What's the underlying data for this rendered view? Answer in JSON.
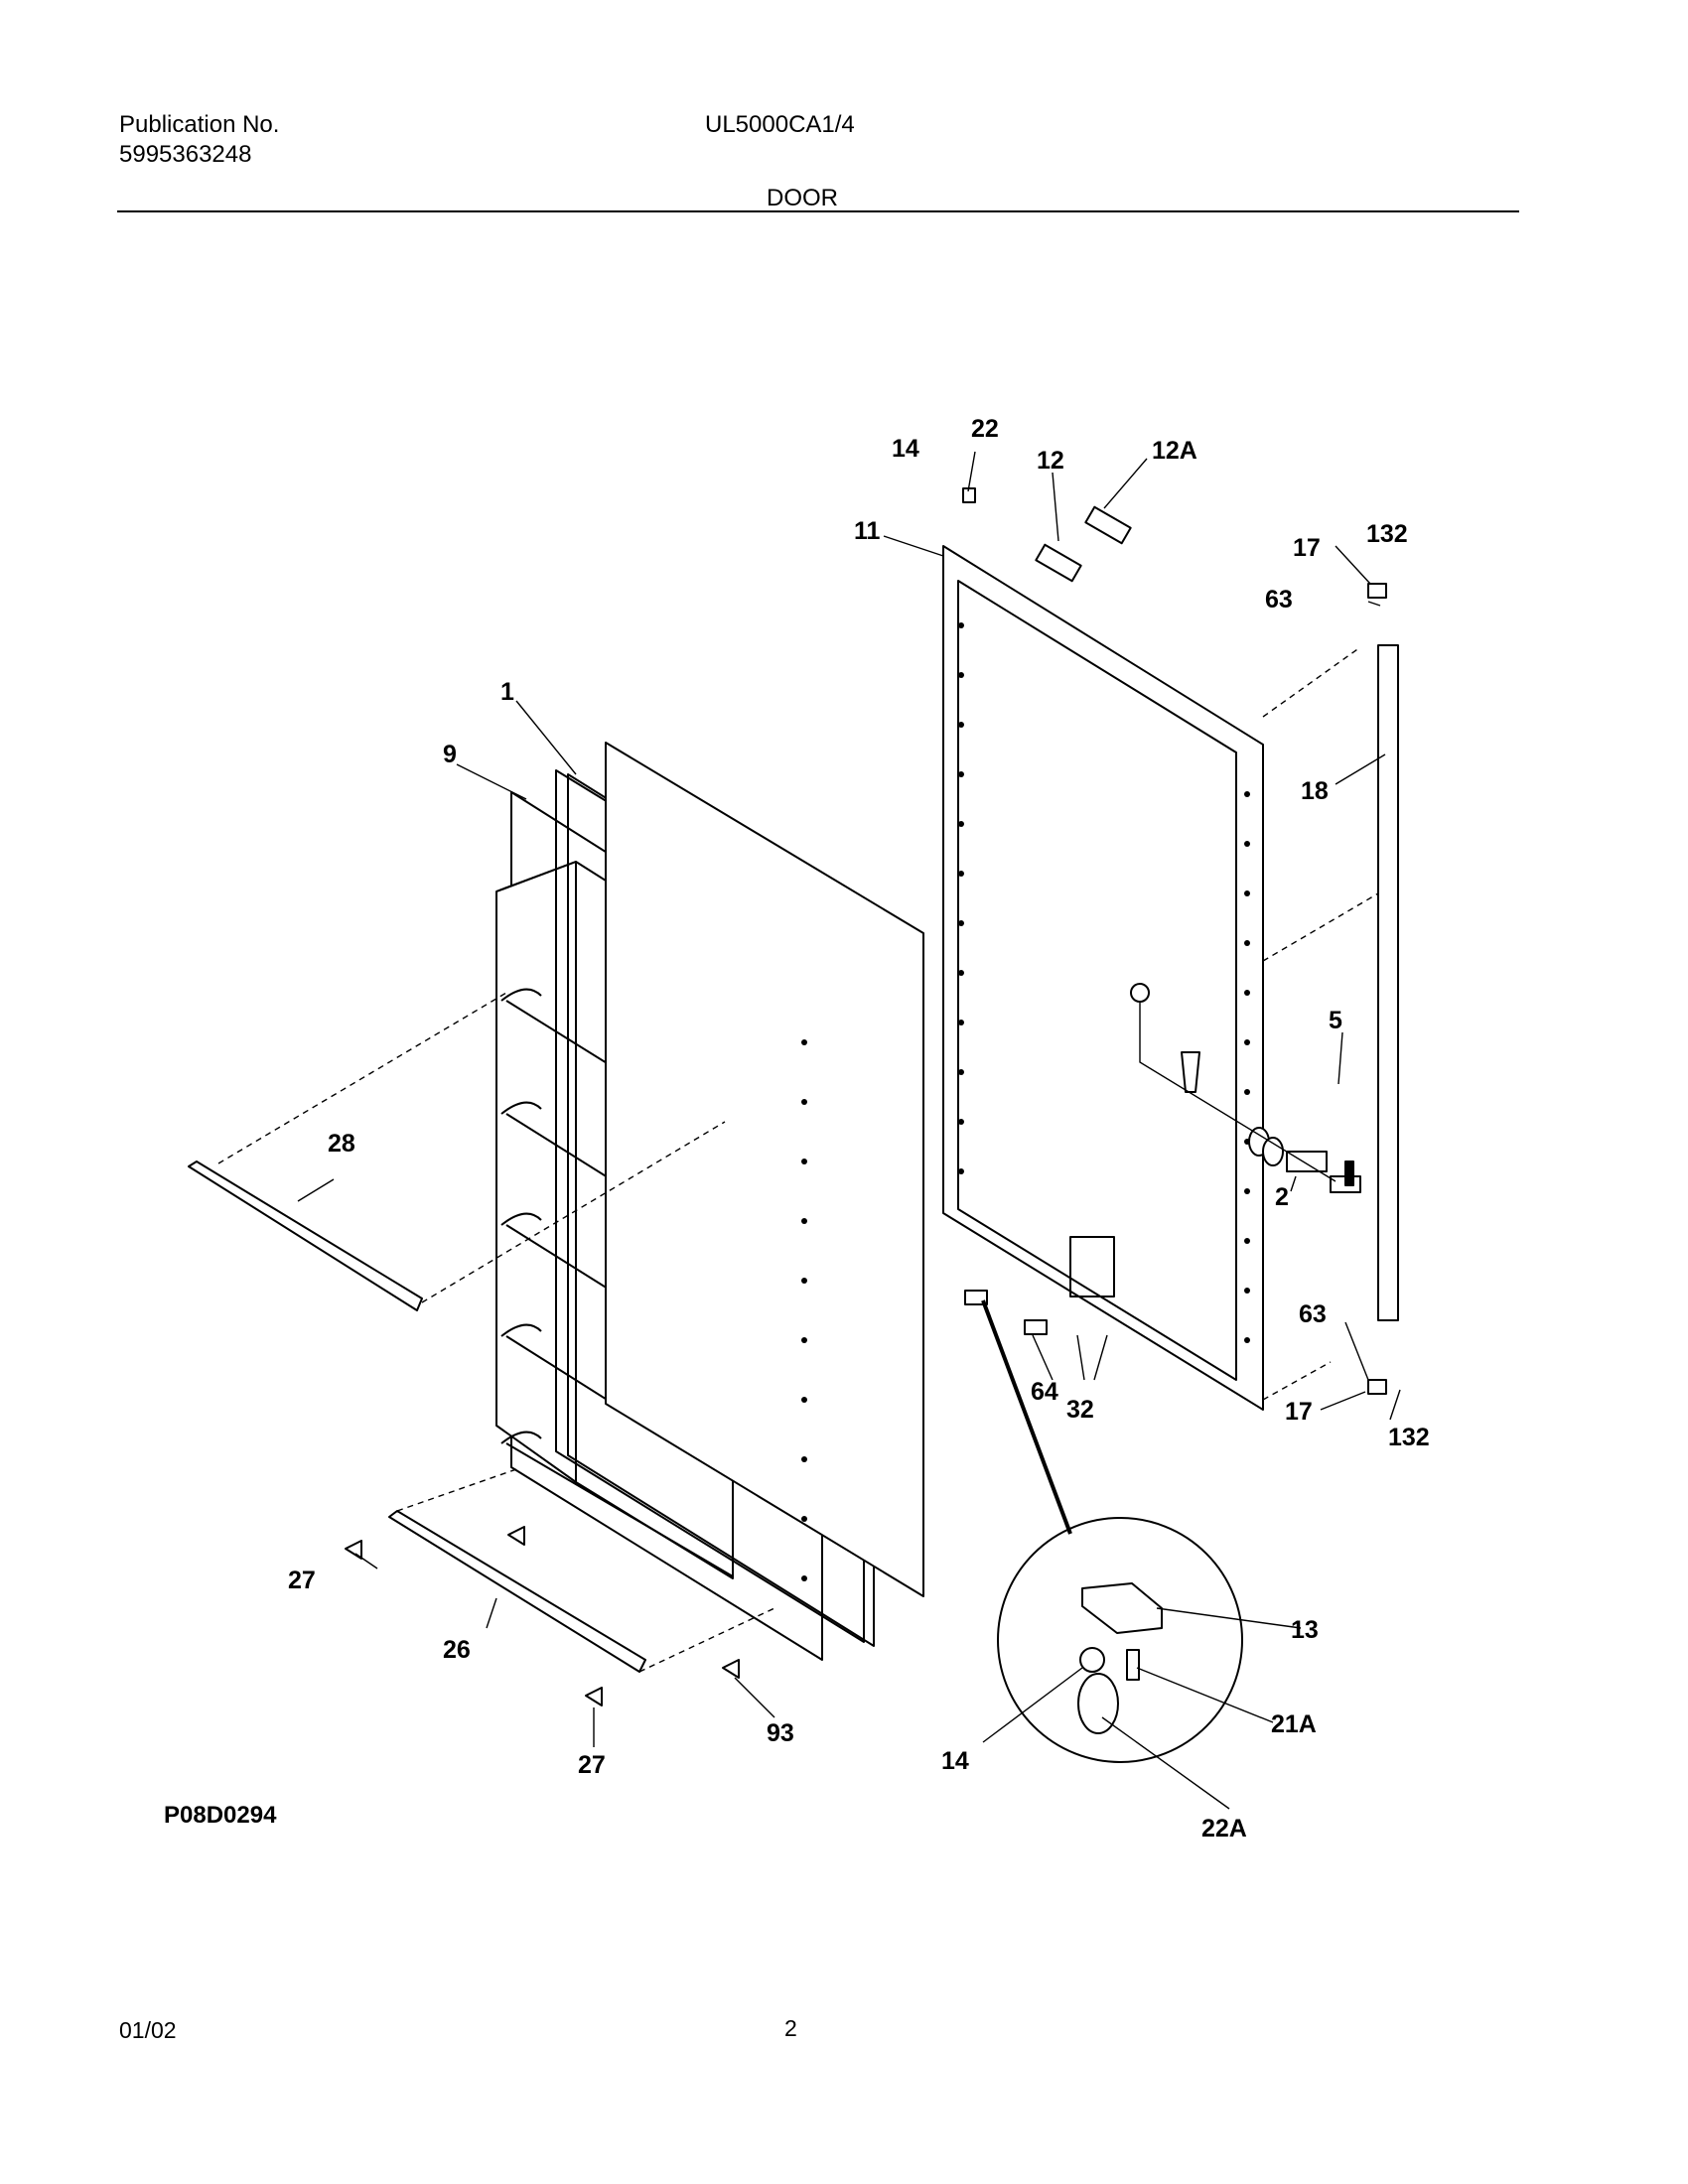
{
  "header": {
    "publication_label": "Publication No.",
    "publication_number": "5995363248",
    "model": "UL5000CA1/4",
    "section": "DOOR"
  },
  "diagram": {
    "figure_code": "P08D0294",
    "callouts": {
      "c1": "1",
      "c2": "2",
      "c5": "5",
      "c9": "9",
      "c11": "11",
      "c12": "12",
      "c12a": "12A",
      "c13": "13",
      "c14_top": "14",
      "c14_detail": "14",
      "c17_top": "17",
      "c17_bottom": "17",
      "c18": "18",
      "c21a": "21A",
      "c22_top": "22",
      "c22a": "22A",
      "c26": "26",
      "c27_left": "27",
      "c27_bottom": "27",
      "c28": "28",
      "c32": "32",
      "c63_top": "63",
      "c63_bottom": "63",
      "c64": "64",
      "c93": "93",
      "c132_top": "132",
      "c132_bottom": "132"
    }
  },
  "footer": {
    "date": "01/02",
    "page": "2"
  }
}
